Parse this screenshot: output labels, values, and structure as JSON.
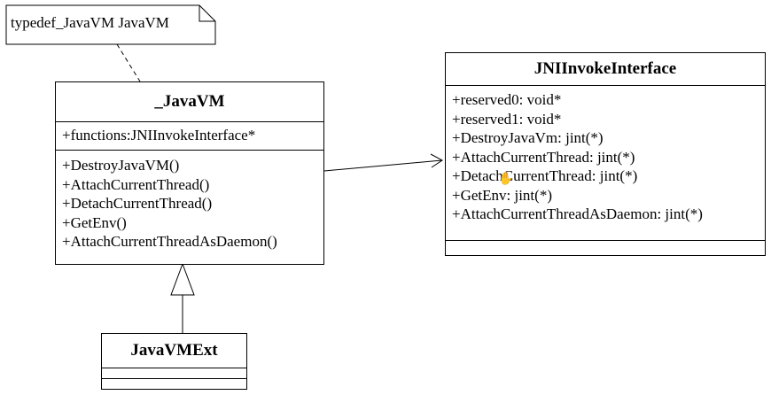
{
  "note": {
    "text": "typedef_JavaVM JavaVM"
  },
  "javavm": {
    "name": "_JavaVM",
    "attributes": [
      "+functions:JNIInvokeInterface*"
    ],
    "operations": [
      "+DestroyJavaVM()",
      "+AttachCurrentThread()",
      "+DetachCurrentThread()",
      "+GetEnv()",
      "+AttachCurrentThreadAsDaemon()"
    ]
  },
  "jni": {
    "name": "JNIInvokeInterface",
    "attributes": [
      "+reserved0: void*",
      "+reserved1: void*",
      "+DestroyJavaVm: jint(*)",
      "+AttachCurrentThread: jint(*)",
      "+DetachCurrentThread: jint(*)",
      "+GetEnv: jint(*)",
      "+AttachCurrentThreadAsDaemon: jint(*)"
    ]
  },
  "javavmext": {
    "name": "JavaVMExt"
  },
  "cursor_icon": "hand-pointer-icon"
}
